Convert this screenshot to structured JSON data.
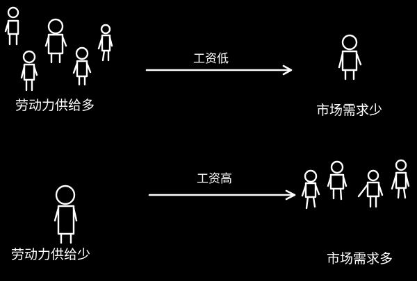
{
  "scenario_top": {
    "supply_label": "劳动力供给多",
    "arrow_label": "工资低",
    "demand_label": "市场需求少"
  },
  "scenario_bottom": {
    "supply_label": "劳动力供给少",
    "arrow_label": "工资高",
    "demand_label": "市场需求多"
  },
  "colors": {
    "background": "#000000",
    "foreground": "#ffffff"
  }
}
